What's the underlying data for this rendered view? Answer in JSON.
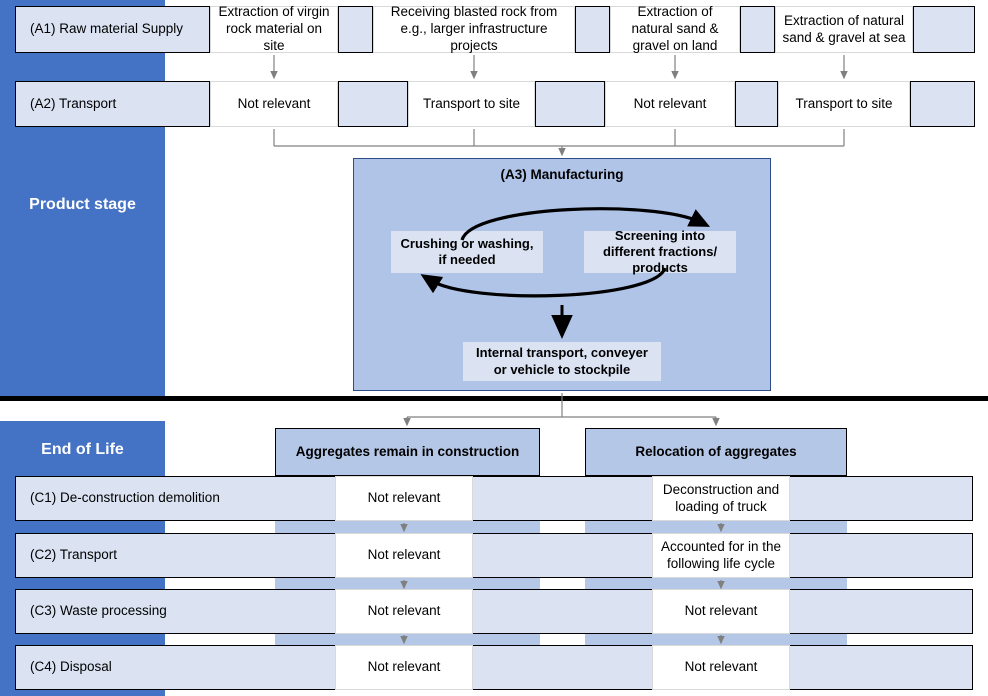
{
  "stages": {
    "product": "Product stage",
    "end_of_life": "End of Life"
  },
  "product_stage": {
    "rows": [
      {
        "id": "A1",
        "label": "(A1) Raw material Supply",
        "cells": [
          "Extraction of virgin rock material on site",
          "Receiving blasted rock from e.g., larger infrastructure projects",
          "Extraction of natural sand & gravel on land",
          "Extraction of natural sand & gravel at sea"
        ]
      },
      {
        "id": "A2",
        "label": "(A2) Transport",
        "cells": [
          "Not relevant",
          "Transport to site",
          "Not relevant",
          "Transport to site"
        ]
      }
    ],
    "manufacturing": {
      "title": "(A3) Manufacturing",
      "left_box": "Crushing or washing, if needed",
      "right_box": "Screening into different fractions/ products",
      "bottom_box": "Internal transport, conveyer or vehicle to stockpile"
    }
  },
  "end_of_life_stage": {
    "headers": [
      "Aggregates remain in construction",
      "Relocation of aggregates"
    ],
    "rows": [
      {
        "id": "C1",
        "label": "(C1) De-construction demolition",
        "cells": [
          "Not relevant",
          "Deconstruction and loading of truck"
        ]
      },
      {
        "id": "C2",
        "label": "(C2) Transport",
        "cells": [
          "Not relevant",
          "Accounted for in the following life cycle"
        ]
      },
      {
        "id": "C3",
        "label": "(C3) Waste processing",
        "cells": [
          "Not relevant",
          "Not relevant"
        ]
      },
      {
        "id": "C4",
        "label": "(C4) Disposal",
        "cells": [
          "Not relevant",
          "Not relevant"
        ]
      }
    ]
  },
  "colors": {
    "stage_blue": "#4472c4",
    "row_light_blue": "#dbe3f3",
    "header_blue": "#b4c7e7",
    "manufacturing_blue": "#b0c4e8",
    "arrow_gray": "#808080",
    "arrow_black": "#000000"
  }
}
